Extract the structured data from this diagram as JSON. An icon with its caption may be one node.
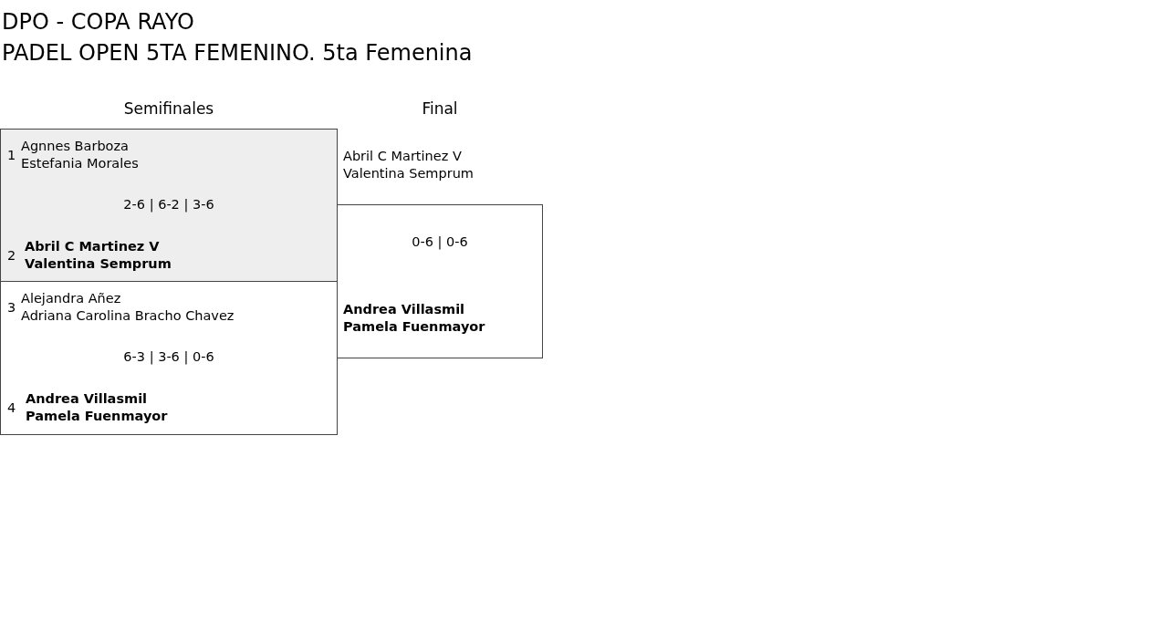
{
  "diagram": {
    "title": "DPO - COPA RAYO",
    "nodes": [
      {
        "text": [
          "1",
          "Agnnes Barboza",
          "Estefania Morales",
          "2-6 | 6-2 | 3-6",
          "2",
          "Abril C Martinez V",
          "Valentina Semprum"
        ]
      },
      {
        "text": [
          "3",
          "Alejandra Añez",
          "Adriana Carolina Bracho Chavez",
          "6-3 | 3-6 | 0-6",
          "4",
          "Andrea Villasmil",
          "Pamela Fuenmayor"
        ]
      },
      {
        "text": [
          "Abril C Martinez V",
          "Valentina Semprum",
          "0-6 | 0-6",
          "Andrea Villasmil",
          "Pamela Fuenmayor"
        ]
      }
    ],
    "labels": [
      "PADEL OPEN 5TA FEMENINO. 5ta Femenina",
      "Semifinales",
      "Final"
    ]
  }
}
